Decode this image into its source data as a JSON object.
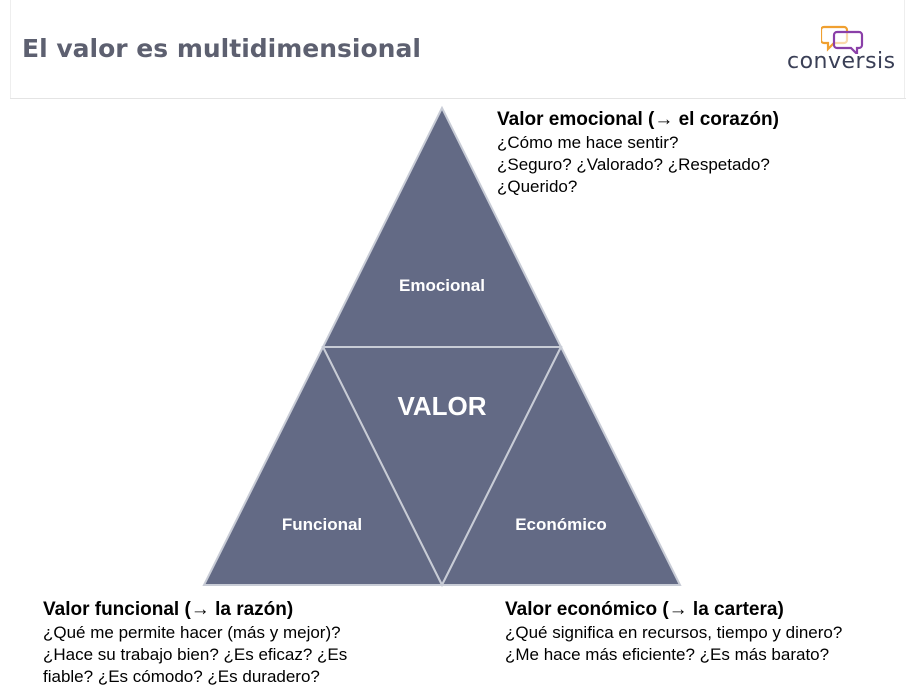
{
  "header": {
    "title": "El valor es multidimensional",
    "logo_text": "conversis",
    "logo_colors": {
      "bubble_orange": "#f0a030",
      "bubble_purple": "#8a3fa8"
    }
  },
  "diagram": {
    "fill_color": "#636a85",
    "stroke_color": "#c8ccd6",
    "labels": {
      "top": "Emocional",
      "center": "VALOR",
      "left": "Funcional",
      "right": "Económico"
    }
  },
  "blocks": {
    "emocional": {
      "heading": "Valor emocional (→ el corazón)",
      "lines": [
        "¿Cómo me hace sentir?",
        "¿Seguro? ¿Valorado? ¿Respetado?",
        "¿Querido?"
      ]
    },
    "funcional": {
      "heading": "Valor funcional (→ la razón)",
      "lines": [
        "¿Qué me permite hacer (más y mejor)?",
        "¿Hace su trabajo bien? ¿Es eficaz? ¿Es",
        "fiable? ¿Es cómodo? ¿Es duradero?"
      ]
    },
    "economico": {
      "heading": "Valor económico (→ la cartera)",
      "lines": [
        "¿Qué significa en recursos, tiempo y dinero?",
        "¿Me hace más eficiente? ¿Es más barato?"
      ]
    }
  }
}
